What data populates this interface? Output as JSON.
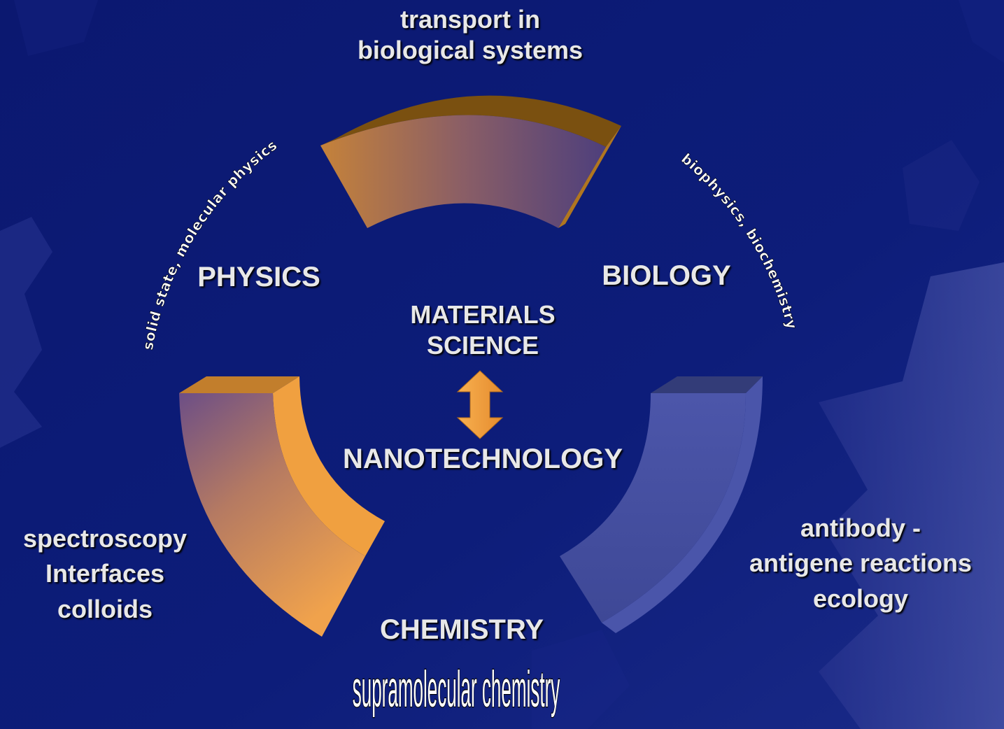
{
  "top_text": {
    "line1": "transport in",
    "line2": "biological systems"
  },
  "fields": {
    "physics": "PHYSICS",
    "biology": "BIOLOGY",
    "chemistry": "CHEMISTRY"
  },
  "center": {
    "line1": "MATERIALS",
    "line2": "SCIENCE",
    "bottom": "NANOTECHNOLOGY"
  },
  "arc_labels": {
    "left": "solid state, molecular physics",
    "right": "biophysics, biochemistry"
  },
  "left_text": {
    "line1": "spectroscopy",
    "line2": "Interfaces",
    "line3": "colloids"
  },
  "right_text": {
    "line1": "antibody -",
    "line2": "antigene reactions",
    "line3": "ecology"
  },
  "bottom_text": "supramolecular chemistry",
  "colors": {
    "background": "#0c1a74",
    "orange": "#f0a246",
    "purple": "#6c5a8c",
    "blue": "#4a55a8",
    "text": "#e8e8e8"
  }
}
